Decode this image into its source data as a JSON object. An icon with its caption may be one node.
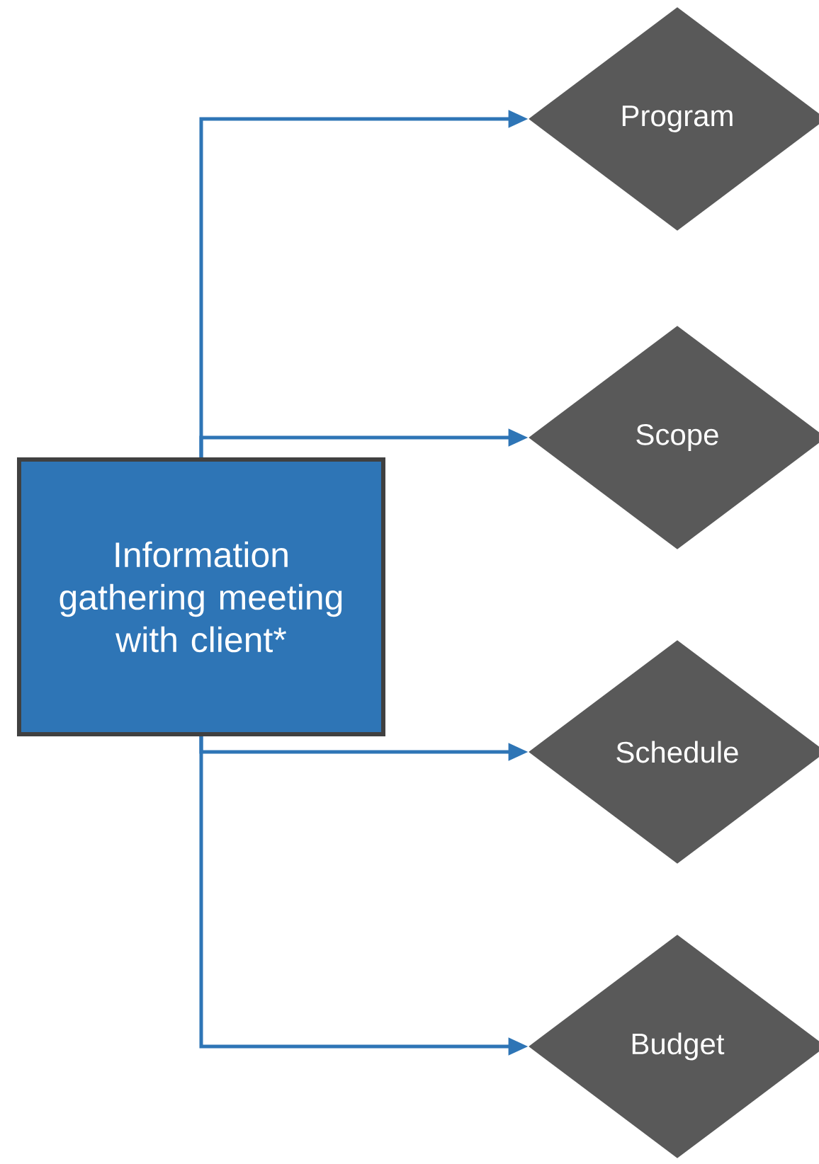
{
  "diagram": {
    "nodes": [
      {
        "text": [
          "Information gathering meeting with client*"
        ]
      },
      {
        "text": [
          "Program"
        ]
      },
      {
        "text": [
          "Scope"
        ]
      },
      {
        "text": [
          "Schedule"
        ]
      },
      {
        "text": [
          "Budget"
        ]
      }
    ],
    "edges": [
      {
        "from": 0,
        "to": 1,
        "arrow": "to"
      },
      {
        "from": 0,
        "to": 2,
        "arrow": "to"
      },
      {
        "from": 0,
        "to": 3,
        "arrow": "to"
      },
      {
        "from": 0,
        "to": 4,
        "arrow": "to"
      }
    ]
  }
}
